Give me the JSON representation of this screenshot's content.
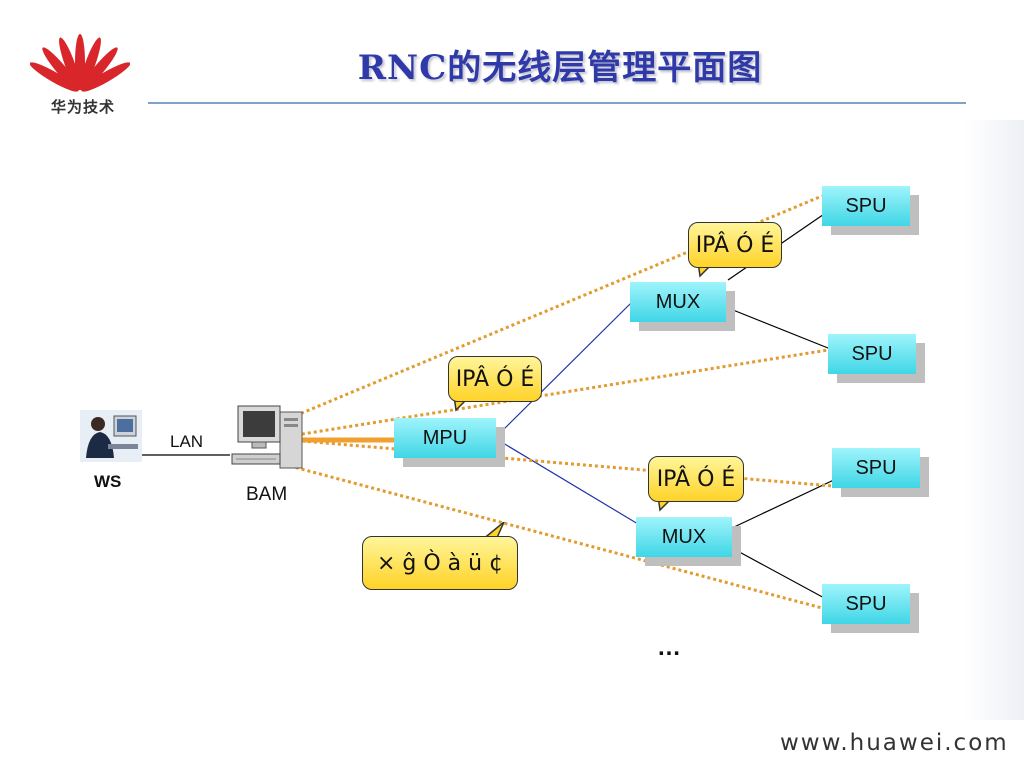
{
  "logo": {
    "text": "华为技术"
  },
  "title": "RNC的无线层管理平面图",
  "diagram": {
    "ws_label": "WS",
    "lan_label": "LAN",
    "bam_label": "BAM",
    "mpu_label": "MPU",
    "mux_top_label": "MUX",
    "mux_bottom_label": "MUX",
    "spu_labels": [
      "SPU",
      "SPU",
      "SPU",
      "SPU"
    ],
    "callouts": [
      "IPÂ Ó É",
      "IPÂ Ó É",
      "IPÂ Ó É",
      "× ĝ Ò à ü ¢"
    ],
    "ellipsis": "…"
  },
  "colors": {
    "title": "#2f3aa8",
    "node_fill": "#3fd6e6",
    "callout_fill": "#ffd327",
    "dotted_link": "#e39a2e",
    "mpu_mux_link": "#2233aa"
  },
  "footer": {
    "url": "www.huawei.com"
  }
}
